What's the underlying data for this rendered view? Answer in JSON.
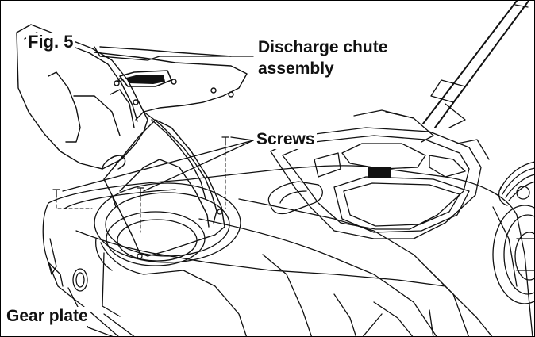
{
  "figure": {
    "label": "Fig. 5",
    "callouts": {
      "discharge_chute_line1": "Discharge chute",
      "discharge_chute_line2": "assembly",
      "screws": "Screws",
      "gear_plate": "Gear plate"
    }
  }
}
